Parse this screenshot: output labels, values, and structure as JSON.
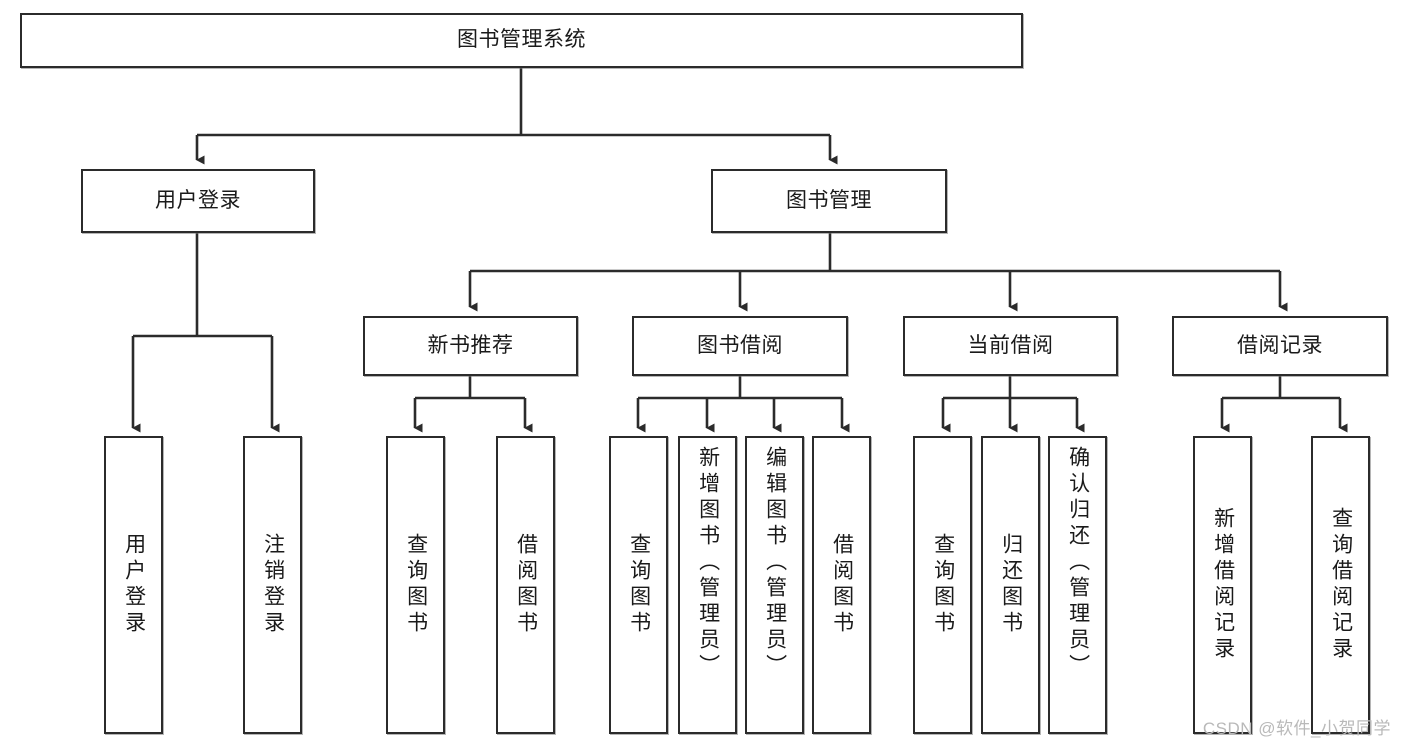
{
  "diagram": {
    "title": "图书管理系统",
    "type": "hierarchy-tree",
    "watermark": "CSDN @软件_小贺同学",
    "levels": {
      "root": {
        "label": "图书管理系统"
      },
      "level2": [
        {
          "label": "用户登录"
        },
        {
          "label": "图书管理"
        }
      ],
      "level3": [
        {
          "label": "新书推荐"
        },
        {
          "label": "图书借阅"
        },
        {
          "label": "当前借阅"
        },
        {
          "label": "借阅记录"
        }
      ],
      "leaves": {
        "user_login": [
          {
            "label": "用户登录"
          },
          {
            "label": "注销登录"
          }
        ],
        "new_book_recommend": [
          {
            "label": "查询图书"
          },
          {
            "label": "借阅图书"
          }
        ],
        "book_borrow": [
          {
            "label": "查询图书"
          },
          {
            "label": "新增图书（管理员）"
          },
          {
            "label": "编辑图书（管理员）"
          },
          {
            "label": "借阅图书"
          }
        ],
        "current_borrow": [
          {
            "label": "查询图书"
          },
          {
            "label": "归还图书"
          },
          {
            "label": "确认归还（管理员）"
          }
        ],
        "borrow_record": [
          {
            "label": "新增借阅记录"
          },
          {
            "label": "查询借阅记录"
          }
        ]
      }
    },
    "colors": {
      "box_border": "#2b2b2b",
      "box_fill": "#ffffff",
      "connector": "#2b2b2b",
      "text": "#1a1a1a",
      "watermark": "#b9b9b9"
    }
  }
}
